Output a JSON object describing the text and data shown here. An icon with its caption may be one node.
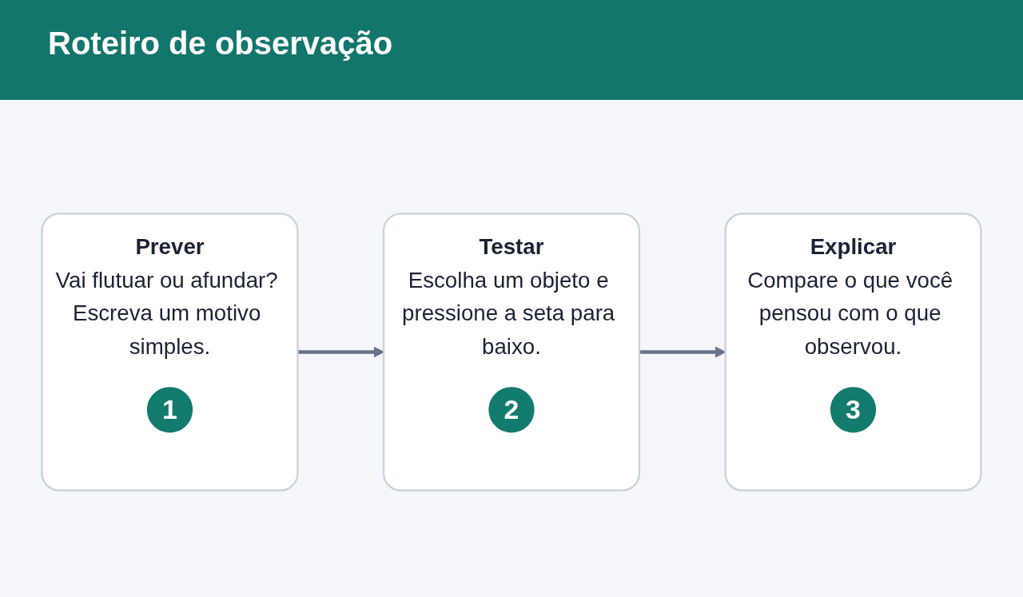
{
  "diagram": {
    "title": "Roteiro de observação",
    "nodes": [
      {
        "text": [
          "Prever",
          "Vai flutuar ou afundar? Escreva um motivo simples."
        ]
      },
      {
        "text": [
          "1"
        ],
        "in": 0
      },
      {
        "text": [
          "Testar",
          "Escolha um objeto e pressione a seta para baixo."
        ]
      },
      {
        "text": [
          "2"
        ],
        "in": 2
      },
      {
        "text": [
          "Explicar",
          "Compare o que você pensou com o que observou."
        ]
      },
      {
        "text": [
          "3"
        ],
        "in": 4
      }
    ],
    "edges": [
      {
        "from": 0,
        "to": 2,
        "arrow": "to"
      },
      {
        "from": 2,
        "to": 4,
        "arrow": "to"
      }
    ]
  }
}
